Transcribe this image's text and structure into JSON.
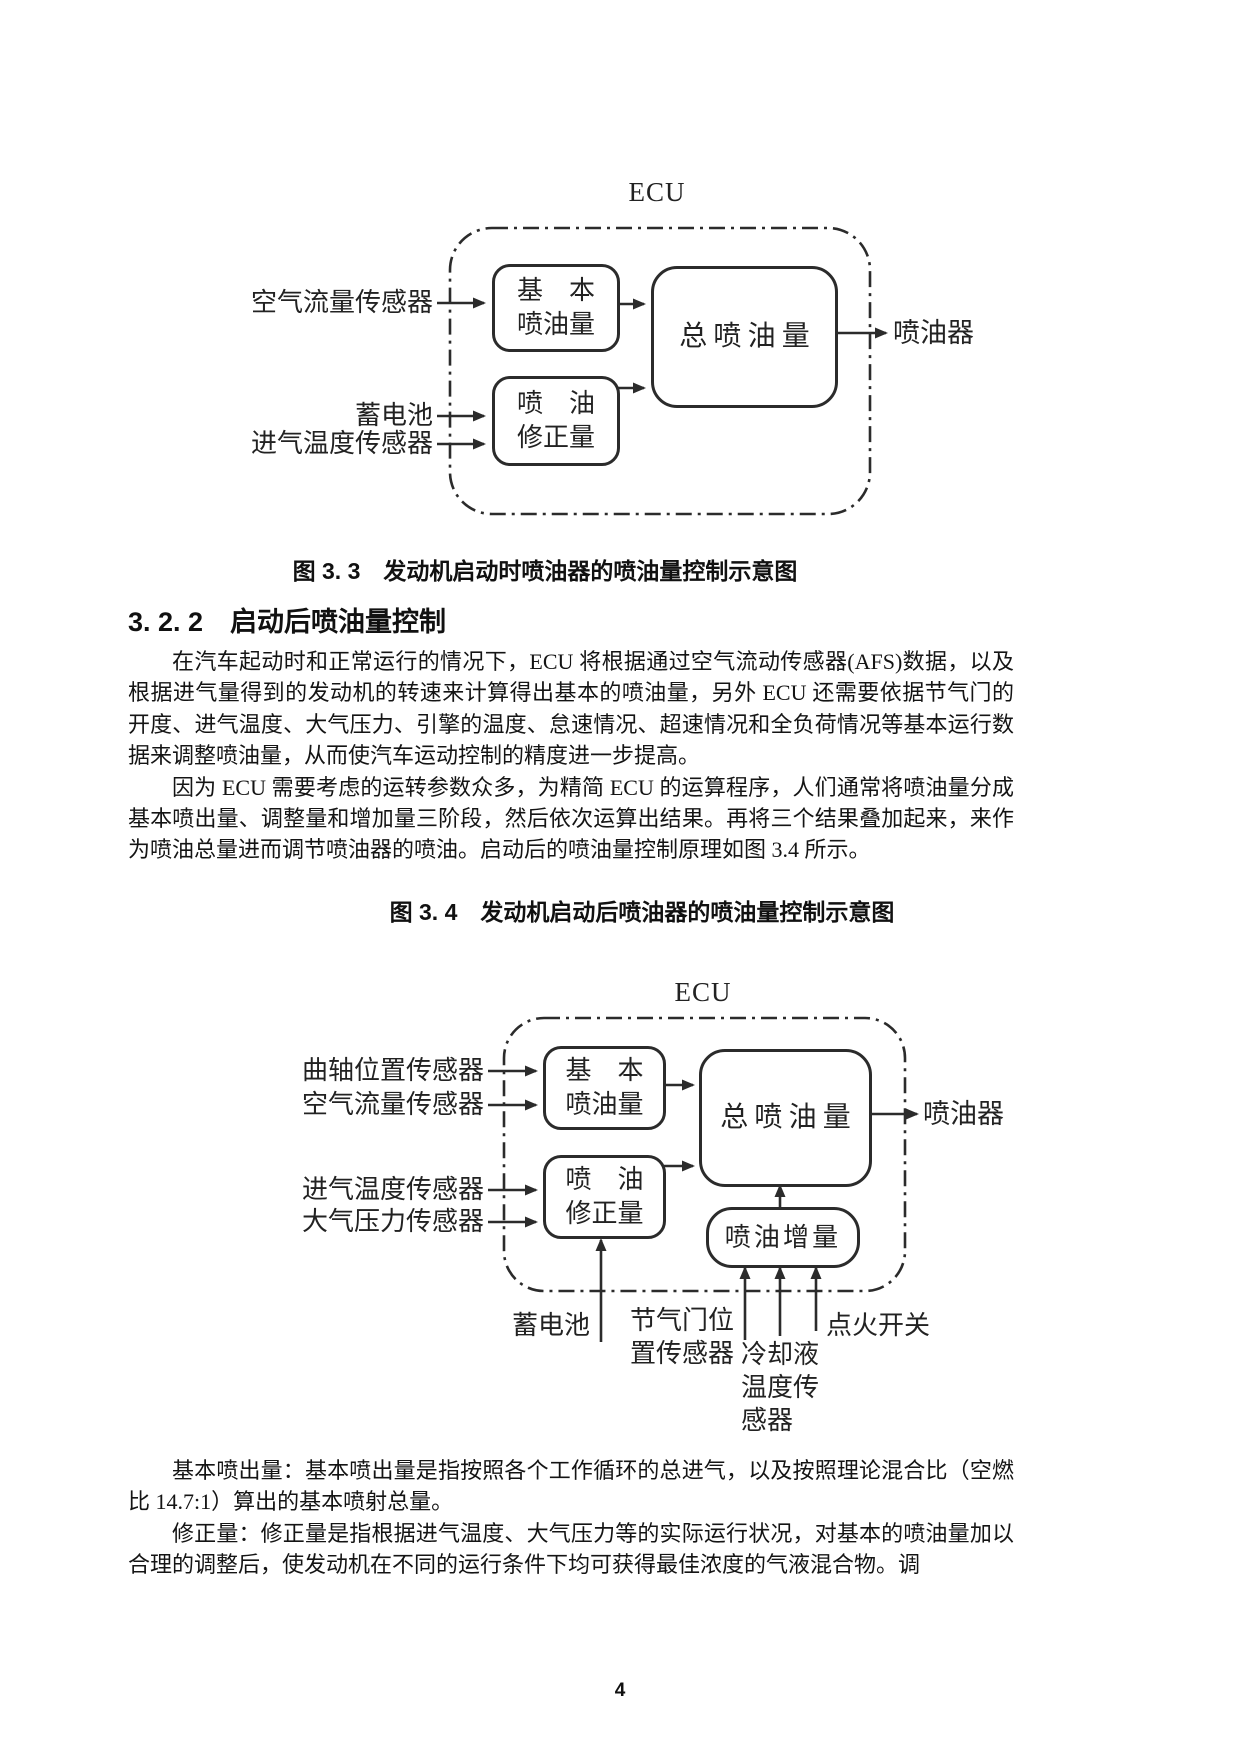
{
  "figure_3_3": {
    "ecu_label": "ECU",
    "inputs": [
      "空气流量传感器",
      "蓄电池",
      "进气温度传感器"
    ],
    "boxes": {
      "basic": "基　本\n喷油量",
      "total": "总喷油量",
      "correction": "喷　油\n修正量"
    },
    "output": "喷油器",
    "caption": "图 3. 3　发动机启动时喷油器的喷油量控制示意图"
  },
  "section": {
    "heading": "3. 2. 2　启动后喷油量控制",
    "paragraph1": "在汽车起动时和正常运行的情况下，ECU 将根据通过空气流动传感器(AFS)数据，以及根据进气量得到的发动机的转速来计算得出基本的喷油量，另外 ECU 还需要依据节气门的开度、进气温度、大气压力、引擎的温度、怠速情况、超速情况和全负荷情况等基本运行数据来调整喷油量，从而使汽车运动控制的精度进一步提高。",
    "paragraph2": "因为 ECU 需要考虑的运转参数众多，为精简 ECU 的运算程序，人们通常将喷油量分成基本喷出量、调整量和增加量三阶段，然后依次运算出结果。再将三个结果叠加起来，来作为喷油总量进而调节喷油器的喷油。启动后的喷油量控制原理如图 3.4 所示。"
  },
  "figure_3_4": {
    "caption": "图 3. 4　发动机启动后喷油器的喷油量控制示意图",
    "ecu_label": "ECU",
    "inputs_top": [
      "曲轴位置传感器",
      "空气流量传感器"
    ],
    "inputs_mid": [
      "进气温度传感器",
      "大气压力传感器"
    ],
    "inputs_bottom": [
      "蓄电池",
      "节气门位\n置传感器",
      "冷却液\n温度传\n感器",
      "点火开关"
    ],
    "boxes": {
      "basic": "基　本\n喷油量",
      "total": "总喷油量",
      "correction": "喷　油\n修正量",
      "increment": "喷油增量"
    },
    "output": "喷油器"
  },
  "body_bottom": {
    "paragraph3": "基本喷出量：基本喷出量是指按照各个工作循环的总进气，以及按照理论混合比（空燃比 14.7:1）算出的基本喷射总量。",
    "paragraph4": "修正量：修正量是指根据进气温度、大气压力等的实际运行状况，对基本的喷油量加以合理的调整后，使发动机在不同的运行条件下均可获得最佳浓度的气液混合物。调"
  },
  "page": {
    "number": "4"
  }
}
